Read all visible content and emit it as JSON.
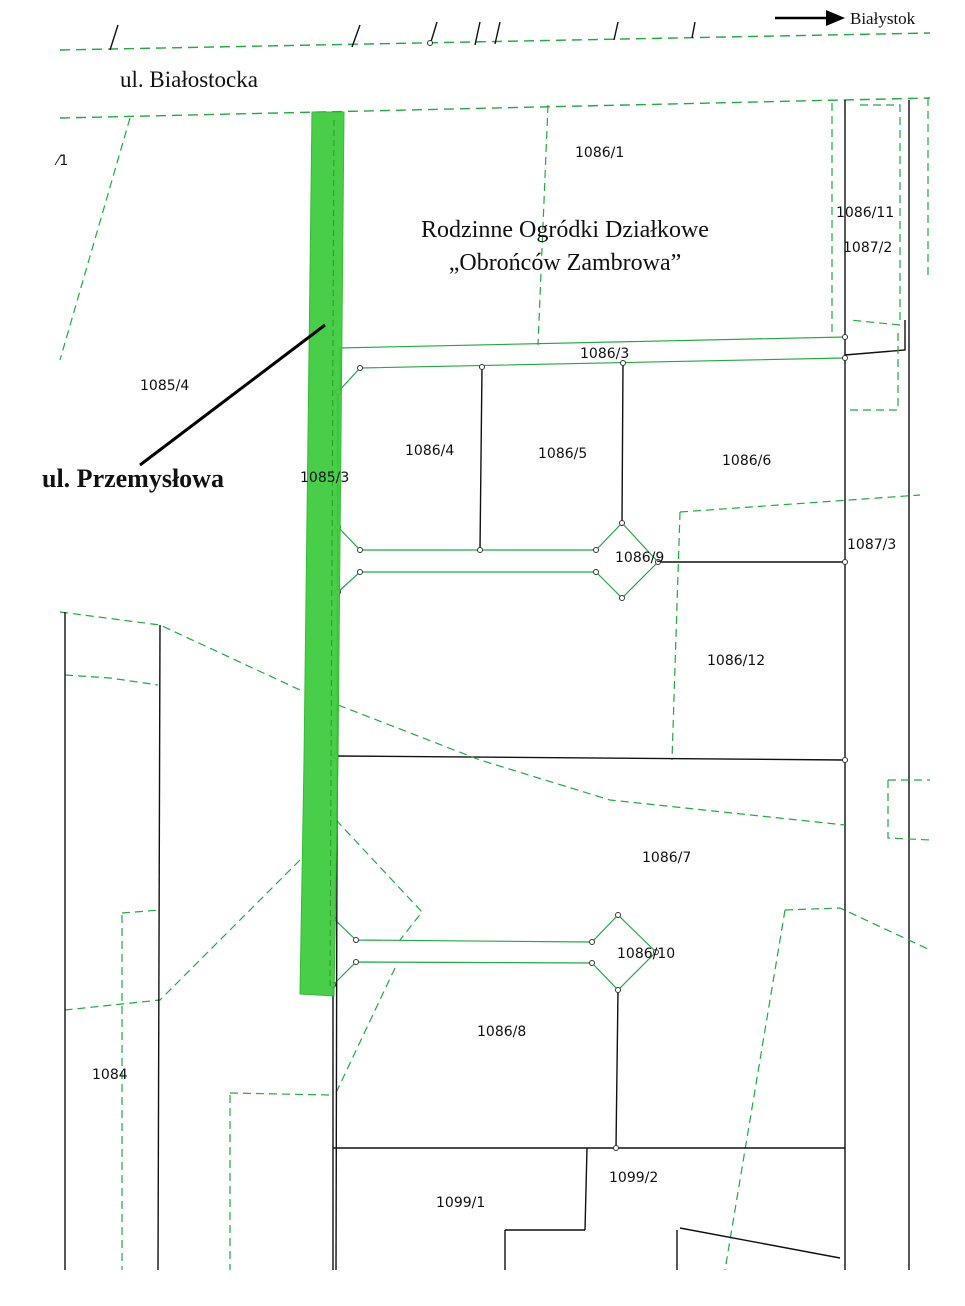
{
  "direction": {
    "label": "Białystok"
  },
  "streets": {
    "top": "ul. Białostocka",
    "highlighted": "ul. Przemysłowa"
  },
  "garden": {
    "line1": "Rodzinne Ogródki Działkowe",
    "line2": "„Obrońców Zambrowa”"
  },
  "parcels": {
    "p_1_edge": "⁄1",
    "p_1086_1": "1086/1",
    "p_1086_11": "1086/11",
    "p_1087_2": "1087/2",
    "p_1086_3": "1086/3",
    "p_1085_4": "1085/4",
    "p_1086_4": "1086/4",
    "p_1086_5": "1086/5",
    "p_1086_6": "1086/6",
    "p_1085_3": "1085/3",
    "p_1086_9": "1086/9",
    "p_1087_3": "1087/3",
    "p_1086_12": "1086/12",
    "p_1086_7": "1086/7",
    "p_1086_10": "1086/10",
    "p_1086_8": "1086/8",
    "p_1084": "1084",
    "p_1099_2": "1099/2",
    "p_1099_1": "1099/1"
  },
  "colors": {
    "road_highlight": "#3fcc3f",
    "boundary_dashed": "#22aa44",
    "boundary_solid": "#111111"
  }
}
